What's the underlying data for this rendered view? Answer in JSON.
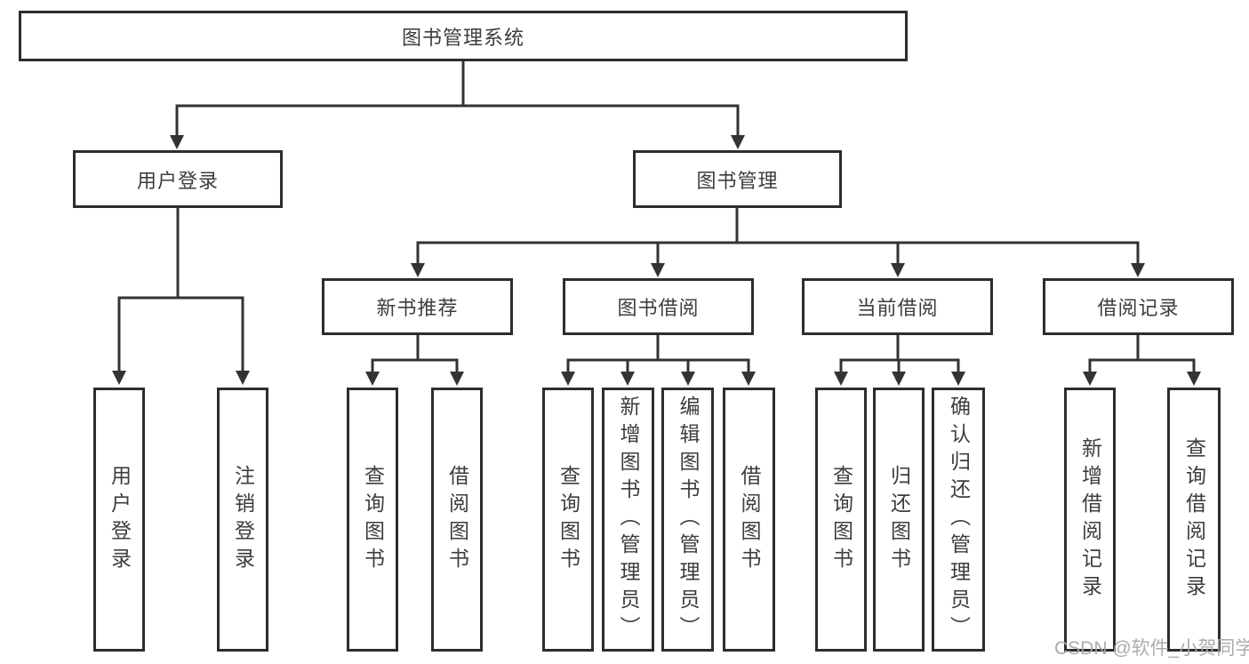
{
  "diagram": {
    "colors": {
      "line": "#333333",
      "box_border": "#2d2d2d",
      "text": "#3d3d3d",
      "watermark_text": "#a8a8a8",
      "background": "#ffffff"
    },
    "tree": {
      "root": {
        "label": "图书管理系统"
      },
      "children": [
        {
          "label": "用户登录",
          "children": [
            {
              "label": "用户登录"
            },
            {
              "label": "注销登录"
            }
          ]
        },
        {
          "label": "图书管理",
          "children": [
            {
              "label": "新书推荐",
              "children": [
                {
                  "label": "查询图书"
                },
                {
                  "label": "借阅图书"
                }
              ]
            },
            {
              "label": "图书借阅",
              "children": [
                {
                  "label": "查询图书"
                },
                {
                  "label": "新增图书（管理员）"
                },
                {
                  "label": "编辑图书（管理员）"
                },
                {
                  "label": "借阅图书"
                }
              ]
            },
            {
              "label": "当前借阅",
              "children": [
                {
                  "label": "查询图书"
                },
                {
                  "label": "归还图书"
                },
                {
                  "label": "确认归还（管理员）"
                }
              ]
            },
            {
              "label": "借阅记录",
              "children": [
                {
                  "label": "新增借阅记录"
                },
                {
                  "label": "查询借阅记录"
                }
              ]
            }
          ]
        }
      ]
    },
    "watermark": "CSDN @软件_小贺同学"
  }
}
